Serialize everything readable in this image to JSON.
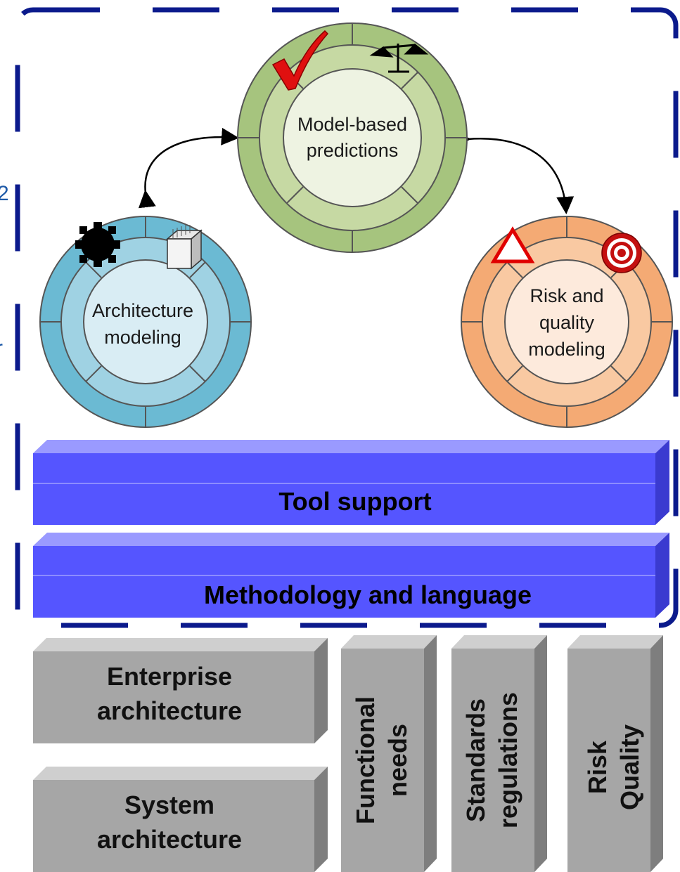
{
  "circles": {
    "model": {
      "lines": [
        "Model-based",
        "predictions"
      ]
    },
    "architecture": {
      "lines": [
        "Architecture",
        "modeling"
      ]
    },
    "risk": {
      "lines": [
        "Risk and",
        "quality",
        "modeling"
      ]
    }
  },
  "bars": {
    "tool_support": "Tool support",
    "methodology": "Methodology and language"
  },
  "blocks": {
    "enterprise": [
      "Enterprise",
      "architecture"
    ],
    "system": [
      "System",
      "architecture"
    ],
    "functional": [
      "Functional",
      "needs"
    ],
    "standards": [
      "Standards",
      "regulations"
    ],
    "risk_quality": [
      "Risk",
      "Quality"
    ]
  },
  "edge_glyphs": [
    "2",
    "r"
  ],
  "icons": {
    "model_left": "checkmark-icon",
    "model_right": "balance-scale-icon",
    "arch_left": "gear-icon",
    "arch_right": "server-box-icon",
    "risk_left": "warning-triangle-icon",
    "risk_right": "target-icon"
  },
  "colors": {
    "frame": "#0b1a8c",
    "bar_face": "#5555ff",
    "bar_top": "#9a9aff",
    "bar_side": "#3a3ad0",
    "block_face": "#a6a6a6",
    "block_top": "#cfcfcf",
    "block_side": "#7e7e7e",
    "green_outer": "#a6c47e",
    "green_mid": "#c6d9a3",
    "green_inner": "#eef3e2",
    "blue_outer": "#6bbad3",
    "blue_mid": "#9fd2e3",
    "blue_inner": "#d9edf4",
    "orange_outer": "#f4aa74",
    "orange_mid": "#f9c9a2",
    "orange_inner": "#fdeadc"
  }
}
